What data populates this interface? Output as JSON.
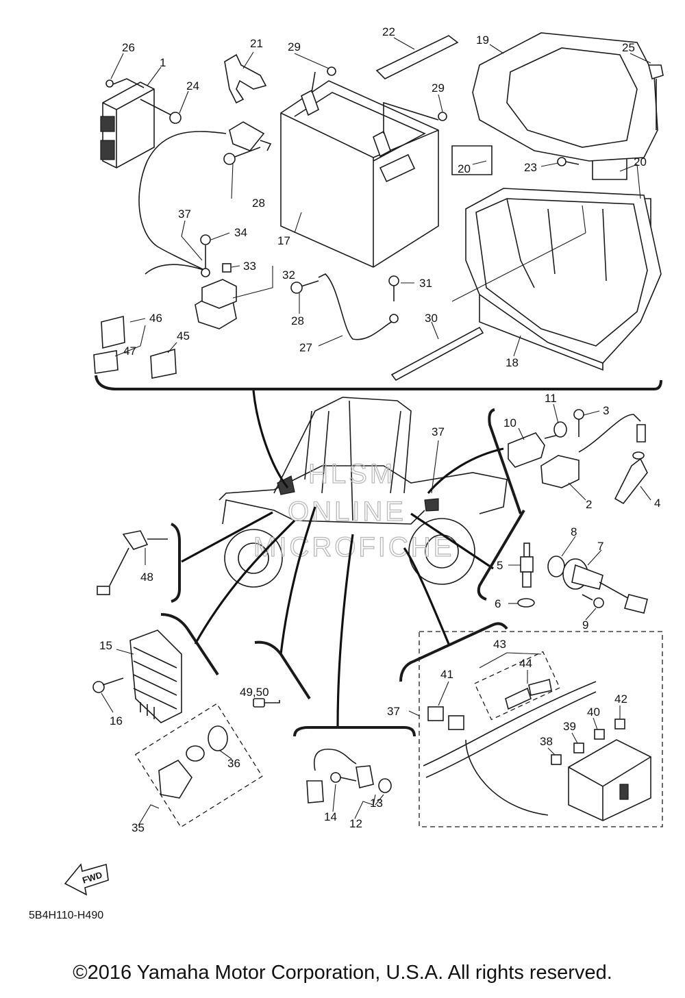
{
  "callouts": {
    "c1": "1",
    "c2": "2",
    "c3": "3",
    "c4": "4",
    "c5": "5",
    "c6": "6",
    "c7": "7",
    "c8": "8",
    "c9": "9",
    "c10": "10",
    "c11": "11",
    "c12": "12",
    "c13": "13",
    "c14": "14",
    "c15": "15",
    "c16": "16",
    "c17": "17",
    "c18": "18",
    "c19": "19",
    "c20a": "20",
    "c20b": "20",
    "c21": "21",
    "c22": "22",
    "c23": "23",
    "c24": "24",
    "c25": "25",
    "c26": "26",
    "c27": "27",
    "c28a": "28",
    "c28b": "28",
    "c29a": "29",
    "c29b": "29",
    "c30": "30",
    "c31": "31",
    "c32": "32",
    "c33": "33",
    "c34": "34",
    "c35": "35",
    "c36": "36",
    "c37a": "37",
    "c37b": "37",
    "c37c": "37",
    "c38": "38",
    "c39": "39",
    "c40": "40",
    "c41": "41",
    "c42": "42",
    "c43": "43",
    "c44": "44",
    "c45": "45",
    "c46": "46",
    "c47": "47",
    "c48": "48",
    "c4950": "49,50"
  },
  "watermark": {
    "line1": "HLSM",
    "line2": "ONLINE",
    "line3": "MICROFICHE"
  },
  "fwd_label": "FWD",
  "diagram_code": "5B4H110-H490",
  "copyright": "©2016 Yamaha Motor Corporation, U.S.A. All rights reserved."
}
